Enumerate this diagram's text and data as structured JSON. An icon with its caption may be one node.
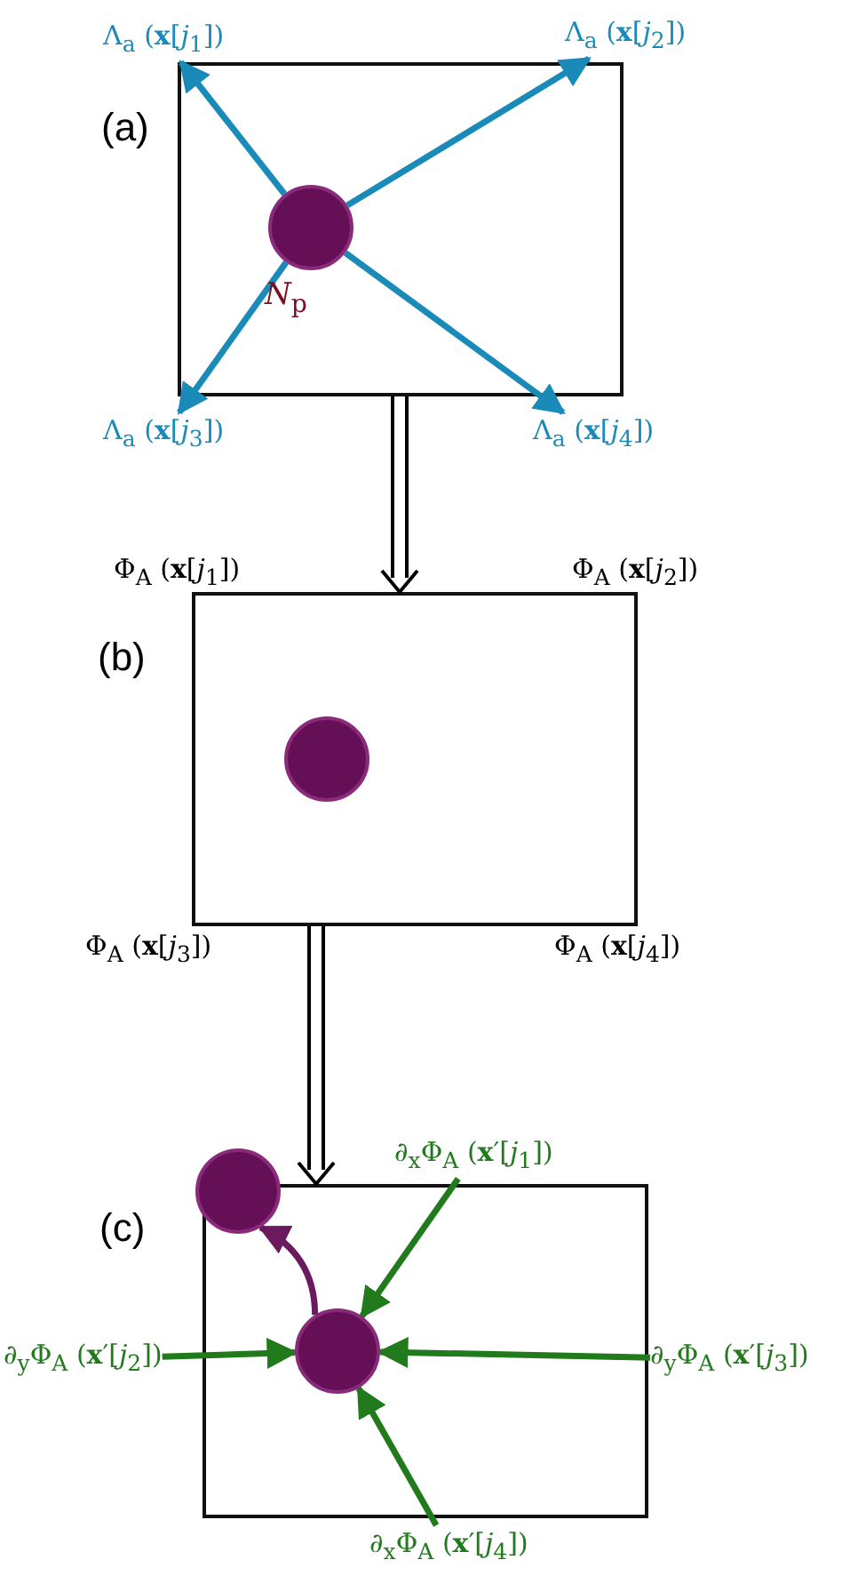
{
  "diagram": {
    "nodes": [
      {
        "text": [
          "(a)"
        ]
      },
      {
        "text": [],
        "shape": "circle",
        "in": 0,
        "beside": [
          "*N*$_{p}$"
        ]
      },
      {
        "text": [
          "Λ$_{a}$ (**x**[*j*$_{1}$])"
        ]
      },
      {
        "text": [
          "Λ$_{a}$ (**x**[*j*$_{2}$])"
        ]
      },
      {
        "text": [
          "Λ$_{a}$ (**x**[*j*$_{3}$])"
        ]
      },
      {
        "text": [
          "Λ$_{a}$ (**x**[*j*$_{4}$])"
        ]
      },
      {
        "text": [
          "(b)"
        ]
      },
      {
        "text": [],
        "shape": "circle",
        "in": 6
      },
      {
        "text": [
          "(c)"
        ]
      },
      {
        "text": [],
        "shape": "circle"
      },
      {
        "text": [],
        "shape": "circle",
        "in": 8
      },
      {
        "text": [
          "∂$_{x}$Φ$_{A}$ (**x**′[*j*$_{1}$])"
        ]
      },
      {
        "text": [
          "∂$_{y}$Φ$_{A}$ (**x**′[*j*$_{2}$])"
        ]
      },
      {
        "text": [
          "∂$_{y}$Φ$_{A}$ (**x**′[*j*$_{3}$])"
        ]
      },
      {
        "text": [
          "∂$_{x}$Φ$_{A}$ (**x**′[*j*$_{4}$])"
        ]
      }
    ],
    "edges": [
      {
        "from": 1,
        "to": 2,
        "arrow": "to",
        "color": "#1a8ab8"
      },
      {
        "from": 1,
        "to": 3,
        "arrow": "to",
        "color": "#1a8ab8"
      },
      {
        "from": 1,
        "to": 4,
        "arrow": "to",
        "color": "#1a8ab8"
      },
      {
        "from": 1,
        "to": 5,
        "arrow": "to",
        "color": "#1a8ab8"
      },
      {
        "from": 0,
        "to": 6,
        "arrow": "to",
        "color": "#000000"
      },
      {
        "from": 6,
        "to": 8,
        "arrow": "to",
        "color": "#000000"
      },
      {
        "from": 10,
        "to": 9,
        "arrow": "to",
        "color": "#6b1a5e"
      },
      {
        "from": 11,
        "to": 10,
        "arrow": "to",
        "color": "#217a1c"
      },
      {
        "from": 12,
        "to": 10,
        "arrow": "to",
        "color": "#217a1c"
      },
      {
        "from": 13,
        "to": 10,
        "arrow": "to",
        "color": "#217a1c"
      },
      {
        "from": 14,
        "to": 10,
        "arrow": "to",
        "color": "#217a1c"
      }
    ],
    "labels": [
      "Φ$_{A}$ (**x**[*j*$_{1}$])",
      "Φ$_{A}$ (**x**[*j*$_{2}$])",
      "Φ$_{A}$ (**x**[*j*$_{3}$])",
      "Φ$_{A}$ (**x**[*j*$_{4}$])"
    ]
  }
}
